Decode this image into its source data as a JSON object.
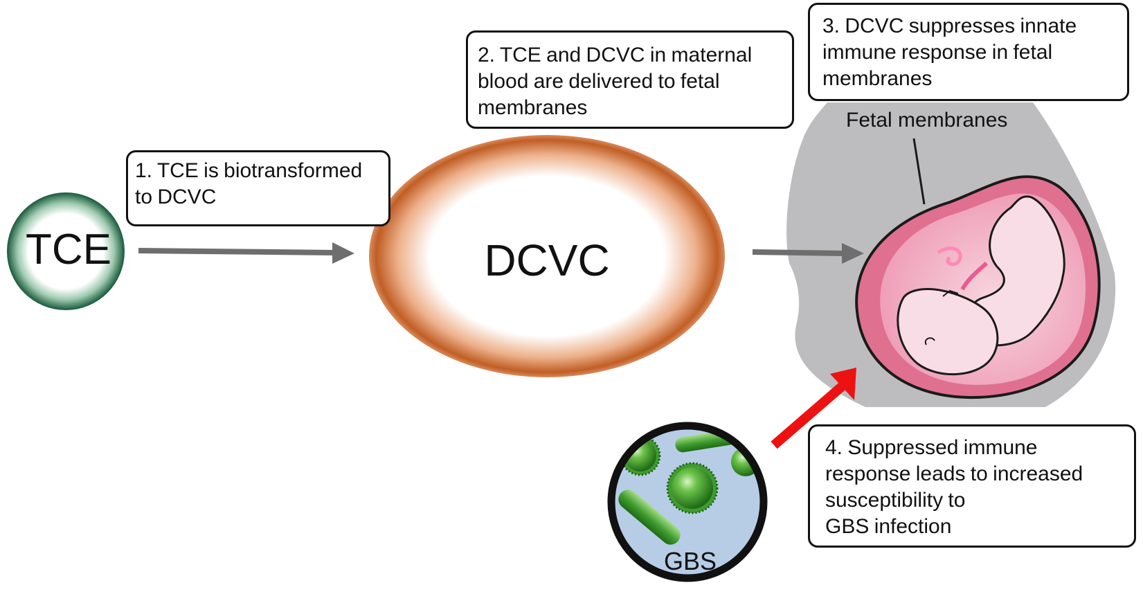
{
  "diagram": {
    "nodes": {
      "tce": "TCE",
      "dcvc": "DCVC",
      "gbs": "GBS"
    },
    "annotations": {
      "fetal_membranes": "Fetal membranes"
    },
    "steps": [
      {
        "number": "1",
        "text": "1. TCE is biotransformed\nto DCVC"
      },
      {
        "number": "2",
        "text": "2. TCE and DCVC in maternal\nblood are delivered to fetal\nmembranes"
      },
      {
        "number": "3",
        "text": "3. DCVC suppresses innate\nimmune response in fetal\nmembranes"
      },
      {
        "number": "4",
        "text": "4. Suppressed immune\nresponse leads to increased\nsusceptibility to\nGBS infection"
      }
    ],
    "colors": {
      "tce_ring": "#1e5a38",
      "dcvc_ring": "#c8642a",
      "arrow_gray": "#6e6e6e",
      "arrow_red": "#ee1111",
      "uterus_gray": "#bdbdbf",
      "membrane_pink": "#e07090",
      "fetus_pink": "#f9dde6",
      "gbs_background": "#b7cde6",
      "bacteria_green": "#3f9c2e"
    },
    "icons": {
      "tce_node": "circle",
      "dcvc_node": "ellipse",
      "uterus": "fetus-in-womb-illustration",
      "gbs_node": "bacteria-circle"
    }
  }
}
